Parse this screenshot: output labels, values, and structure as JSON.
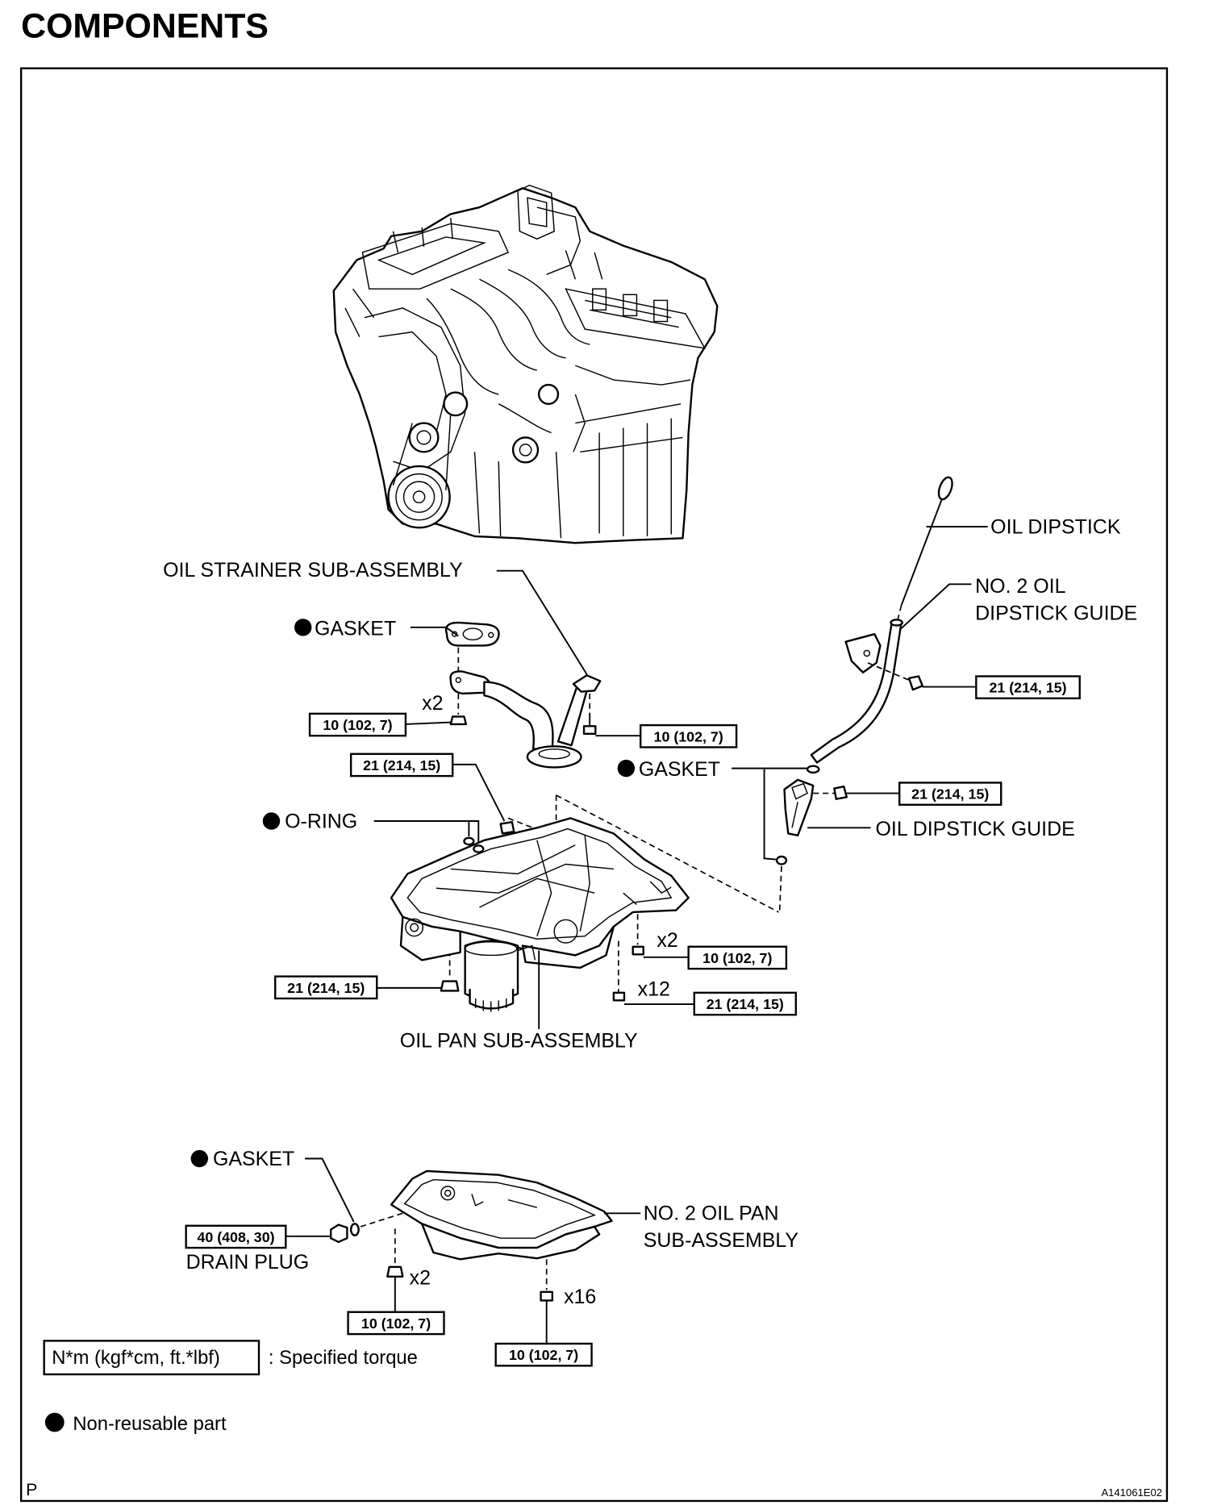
{
  "title": "COMPONENTS",
  "labels": {
    "oil_strainer": "OIL STRAINER SUB-ASSEMBLY",
    "gasket_strainer": "GASKET",
    "gasket_dipstick_guide": "GASKET",
    "gasket_drain_plug": "GASKET",
    "oil_dipstick": "OIL DIPSTICK",
    "no2_dipstick_guide": [
      "NO. 2 OIL",
      "DIPSTICK GUIDE"
    ],
    "o_ring": "O-RING",
    "oil_dipstick_guide": "OIL DIPSTICK GUIDE",
    "oil_pan": "OIL PAN SUB-ASSEMBLY",
    "drain_plug": "DRAIN PLUG",
    "no2_oil_pan": [
      "NO. 2 OIL PAN",
      "SUB-ASSEMBLY"
    ]
  },
  "torques": {
    "strainer_nut": "10 (102, 7)",
    "strainer_bolt": "10 (102, 7)",
    "oil_pan_nut_upper": "21 (214, 15)",
    "no2_guide_bolt": "21 (214, 15)",
    "guide_bolt": "21 (214, 15)",
    "oil_pan_bolt_x2": "10 (102, 7)",
    "oil_pan_bolt_x12": "21 (214, 15)",
    "oil_pan_nut_lower": "21 (214, 15)",
    "drain_plug": "40 (408, 30)",
    "no2_pan_nut": "10 (102, 7)",
    "no2_pan_bolt": "10 (102, 7)"
  },
  "quantities": {
    "strainer_nut": "x2",
    "oil_pan_bolt_a": "x2",
    "oil_pan_bolt_b": "x12",
    "no2_pan_nut": "x2",
    "no2_pan_bolt": "x16"
  },
  "legend": {
    "torque_unit": "N*m (kgf*cm, ft.*lbf)",
    "torque_desc": ": Specified torque",
    "non_reusable": "Non-reusable part"
  },
  "footer": {
    "page_mark": "P",
    "figure_code": "A141061E02"
  }
}
